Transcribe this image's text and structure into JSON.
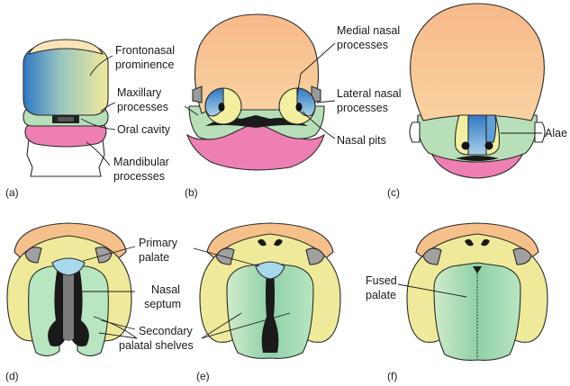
{
  "panels": [
    "(a)",
    "(b)",
    "(c)",
    "(d)",
    "(e)",
    "(f)"
  ],
  "labels": {
    "frontonasal_1": "Frontonasal",
    "frontonasal_2": "prominence",
    "maxillary_1": "Maxillary",
    "maxillary_2": "processes",
    "oral_cavity": "Oral cavity",
    "mandibular_1": "Mandibular",
    "mandibular_2": "processes",
    "medial_1": "Medial nasal",
    "medial_2": "processes",
    "lateral_1": "Lateral nasal",
    "lateral_2": "processes",
    "nasal_pits": "Nasal pits",
    "alae": "Alae",
    "primary_1": "Primary",
    "primary_2": "palate",
    "nasal_1": "Nasal",
    "nasal_2": "septum",
    "secondary_1": "Secondary",
    "secondary_2": "palatal shelves",
    "fused_1": "Fused",
    "fused_2": "palate"
  },
  "colors": {
    "frontonasal": "#f5c08a",
    "maxillary": "#b8e0b8",
    "mandibular": "#ee7fb2",
    "medial_nasal": "#5fa0d8",
    "lateral_nasal": "#f2f0a0",
    "palate_green": "#8fd0a8",
    "palate_yellow": "#eeea9a"
  }
}
